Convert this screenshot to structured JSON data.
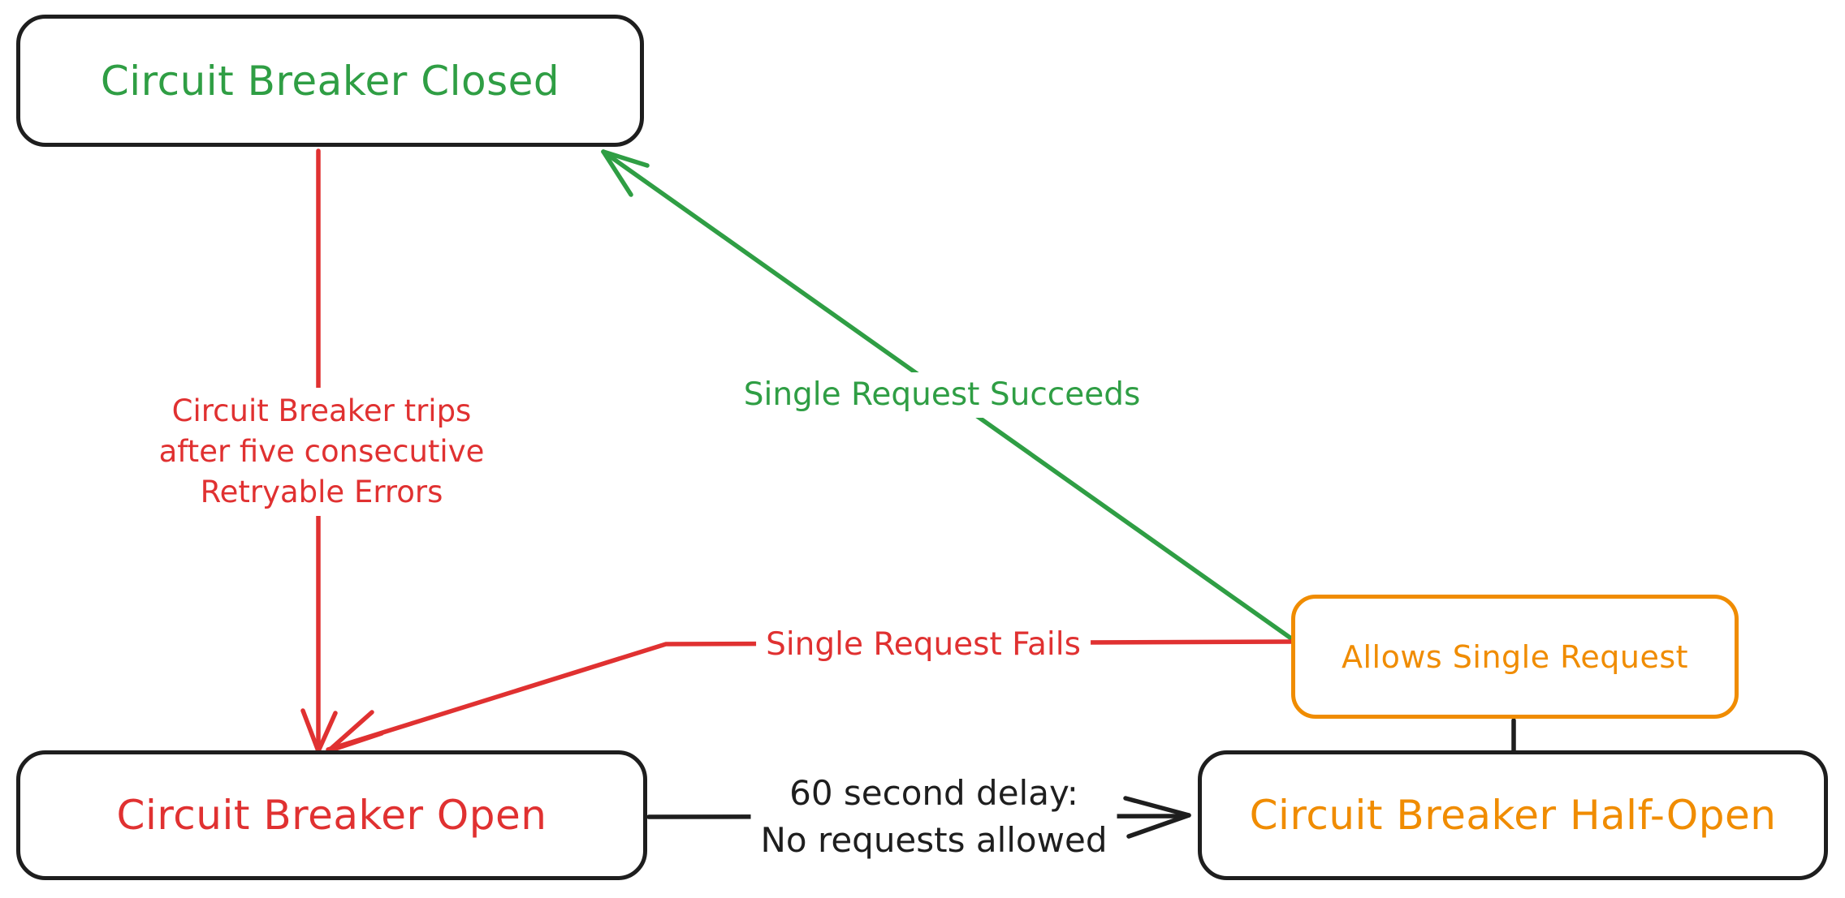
{
  "colors": {
    "green": "#2f9e44",
    "red": "#e03131",
    "orange": "#f08c00",
    "ink": "#1e1e1e",
    "background": "#ffffff"
  },
  "nodes": {
    "closed": {
      "label": "Circuit Breaker Closed",
      "text_color": "green",
      "border_color": "ink"
    },
    "open": {
      "label": "Circuit Breaker Open",
      "text_color": "red",
      "border_color": "ink"
    },
    "half_open": {
      "label": "Circuit Breaker Half-Open",
      "text_color": "orange",
      "border_color": "ink"
    },
    "allows": {
      "label": "Allows Single Request",
      "text_color": "orange",
      "border_color": "orange"
    }
  },
  "edges": {
    "trips": {
      "color": "red",
      "from": "closed",
      "to": "open",
      "label_lines": [
        "Circuit Breaker trips",
        "after five consecutive",
        "Retryable Errors"
      ]
    },
    "succeeds": {
      "color": "green",
      "from": "allows",
      "to": "closed",
      "label": "Single Request Succeeds"
    },
    "fails": {
      "color": "red",
      "from": "allows",
      "to": "open",
      "label": "Single Request Fails"
    },
    "delay": {
      "color": "ink",
      "from": "open",
      "to": "half_open",
      "label_lines": [
        "60 second delay:",
        "No requests allowed"
      ]
    },
    "allows_connector": {
      "color": "ink",
      "from": "allows",
      "to": "half_open",
      "label": ""
    }
  }
}
